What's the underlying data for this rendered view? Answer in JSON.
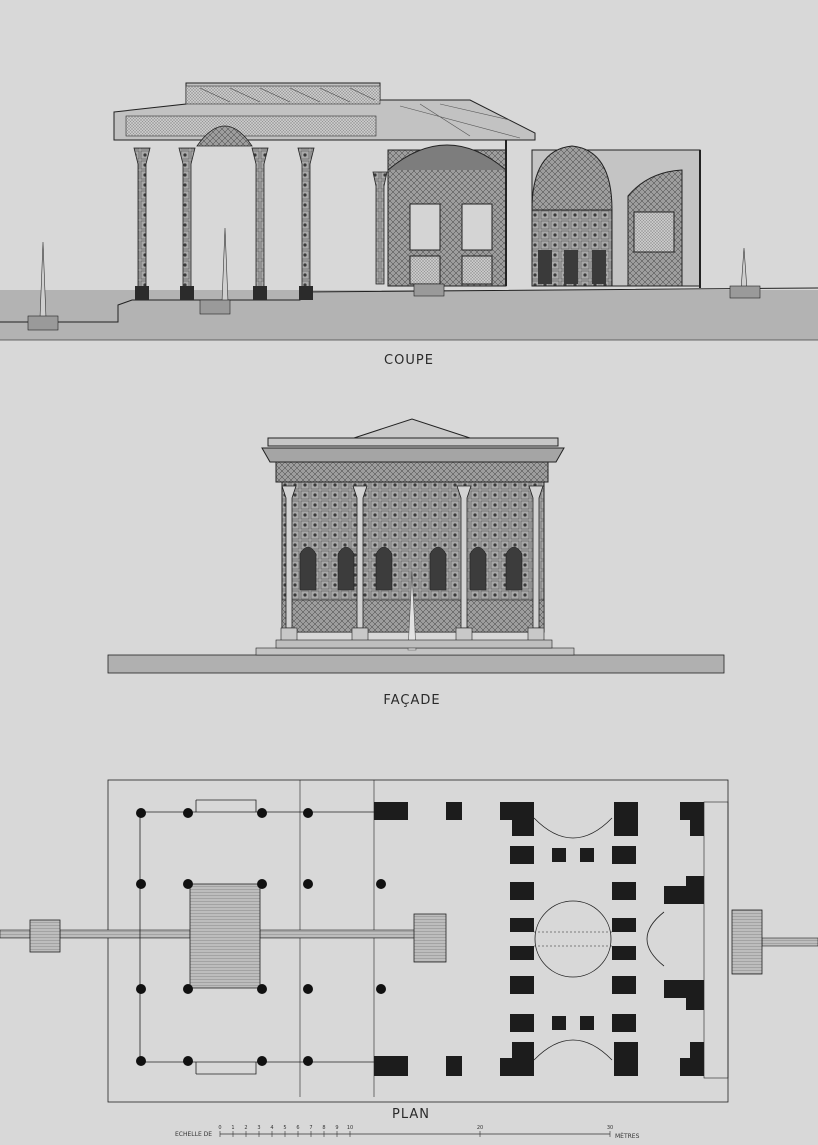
{
  "labels": {
    "section": "COUPE",
    "elevation": "FAÇADE",
    "plan": "PLAN"
  },
  "scale": {
    "prefix": "ECHELLE DE",
    "unit": "MÈTRES",
    "ticks": [
      "0",
      "1",
      "2",
      "3",
      "4",
      "5",
      "6",
      "7",
      "8",
      "9",
      "10",
      "20",
      "30"
    ]
  },
  "colors": {
    "paper": "#d8d8d8",
    "ink": "#1e1e1e",
    "wash": "#b9b9b9",
    "dark": "#2b2b2b"
  }
}
